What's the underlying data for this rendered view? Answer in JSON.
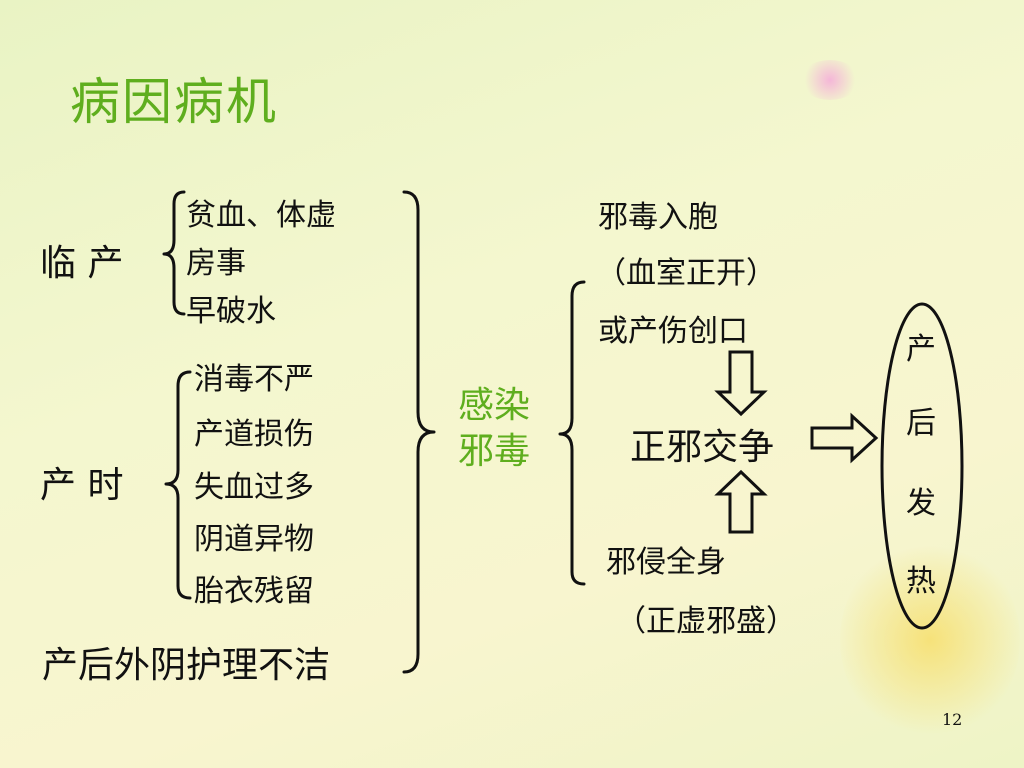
{
  "title": "病因病机",
  "linchan": {
    "label": "临 产",
    "items": [
      "贫血、体虚",
      "房事",
      "早破水"
    ]
  },
  "chanshi": {
    "label": "产 时",
    "items": [
      "消毒不严",
      "产道损伤",
      "失血过多",
      "阴道异物",
      "胎衣残留"
    ]
  },
  "postpartum_item": "产后外阴护理不洁",
  "infection": {
    "line1": "感染",
    "line2": "邪毒"
  },
  "upper_route": {
    "line1": "邪毒入胞",
    "line2": "（血室正开）",
    "line3": "或产伤创口"
  },
  "lower_route": {
    "line1": "邪侵全身",
    "line2": "（正虚邪盛）"
  },
  "center": "正邪交争",
  "result": [
    "产",
    "后",
    "发",
    "热"
  ],
  "page_number": "12",
  "colors": {
    "accent_green": "#5fae1e",
    "text": "#111111"
  }
}
